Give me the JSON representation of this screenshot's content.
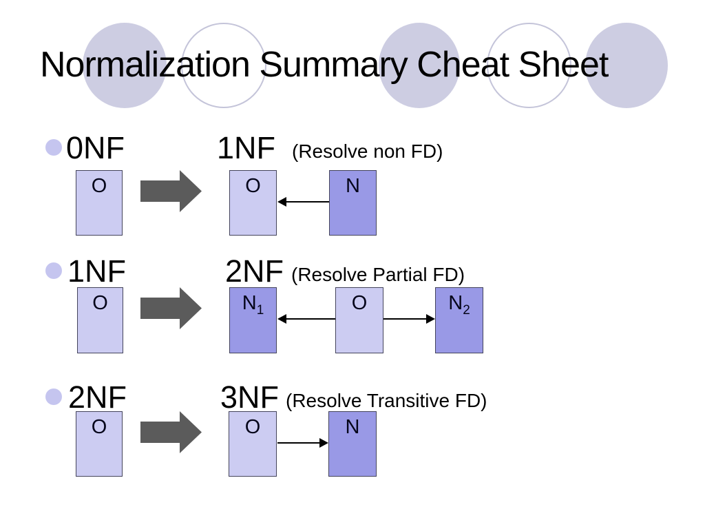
{
  "slide": {
    "title": "Normalization Summary Cheat Sheet"
  },
  "rows": [
    {
      "bullet_label": "0NF",
      "result_label": "1NF",
      "note": "(Resolve non FD)",
      "source_box": {
        "label": "O"
      },
      "result_boxes": [
        {
          "label": "O"
        },
        {
          "label": "N"
        }
      ],
      "connector": "arrow from N into O (points left)"
    },
    {
      "bullet_label": "1NF",
      "result_label": "2NF",
      "note": "(Resolve Partial FD)",
      "source_box": {
        "label": "O"
      },
      "result_boxes": [
        {
          "label": "N",
          "sub": "1"
        },
        {
          "label": "O"
        },
        {
          "label": "N",
          "sub": "2"
        }
      ],
      "connector": "arrows from O outward into N1 and N2"
    },
    {
      "bullet_label": "2NF",
      "result_label": "3NF",
      "note": "(Resolve Transitive FD)",
      "source_box": {
        "label": "O"
      },
      "result_boxes": [
        {
          "label": "O"
        },
        {
          "label": "N"
        }
      ],
      "connector": "arrow from O into N (points right)"
    }
  ],
  "colors": {
    "light_box": "#ccccf2",
    "dark_box": "#9999e6",
    "box_border": "#43435a",
    "transform_arrow": "#5b5b5b",
    "decorative_circle_fill": "#cdcde2",
    "decorative_circle_outline": "#c4c4d9",
    "bullet": "#c5c5ef",
    "connector": "#000000",
    "text": "#000000"
  }
}
